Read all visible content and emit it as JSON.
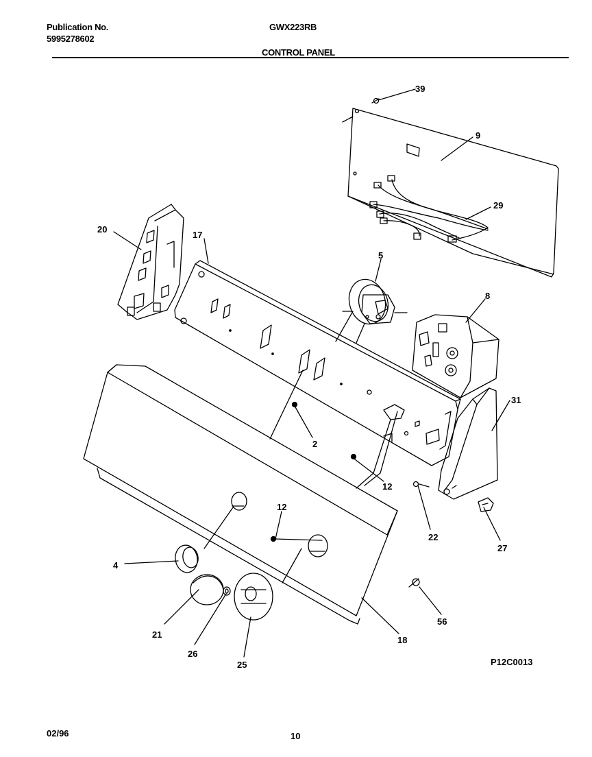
{
  "header": {
    "publication_label": "Publication No.",
    "publication_number": "5995278602",
    "model": "GWX223RB",
    "section": "CONTROL PANEL"
  },
  "callouts": {
    "c39": "39",
    "c9": "9",
    "c29": "29",
    "c20": "20",
    "c17": "17",
    "c5": "5",
    "c8": "8",
    "c31": "31",
    "c2": "2",
    "c12a": "12",
    "c12b": "12",
    "c22": "22",
    "c27": "27",
    "c4": "4",
    "c21": "21",
    "c26": "26",
    "c25": "25",
    "c56": "56",
    "c18": "18"
  },
  "figure_code": "P12C0013",
  "footer": {
    "date": "02/96",
    "page": "10"
  }
}
